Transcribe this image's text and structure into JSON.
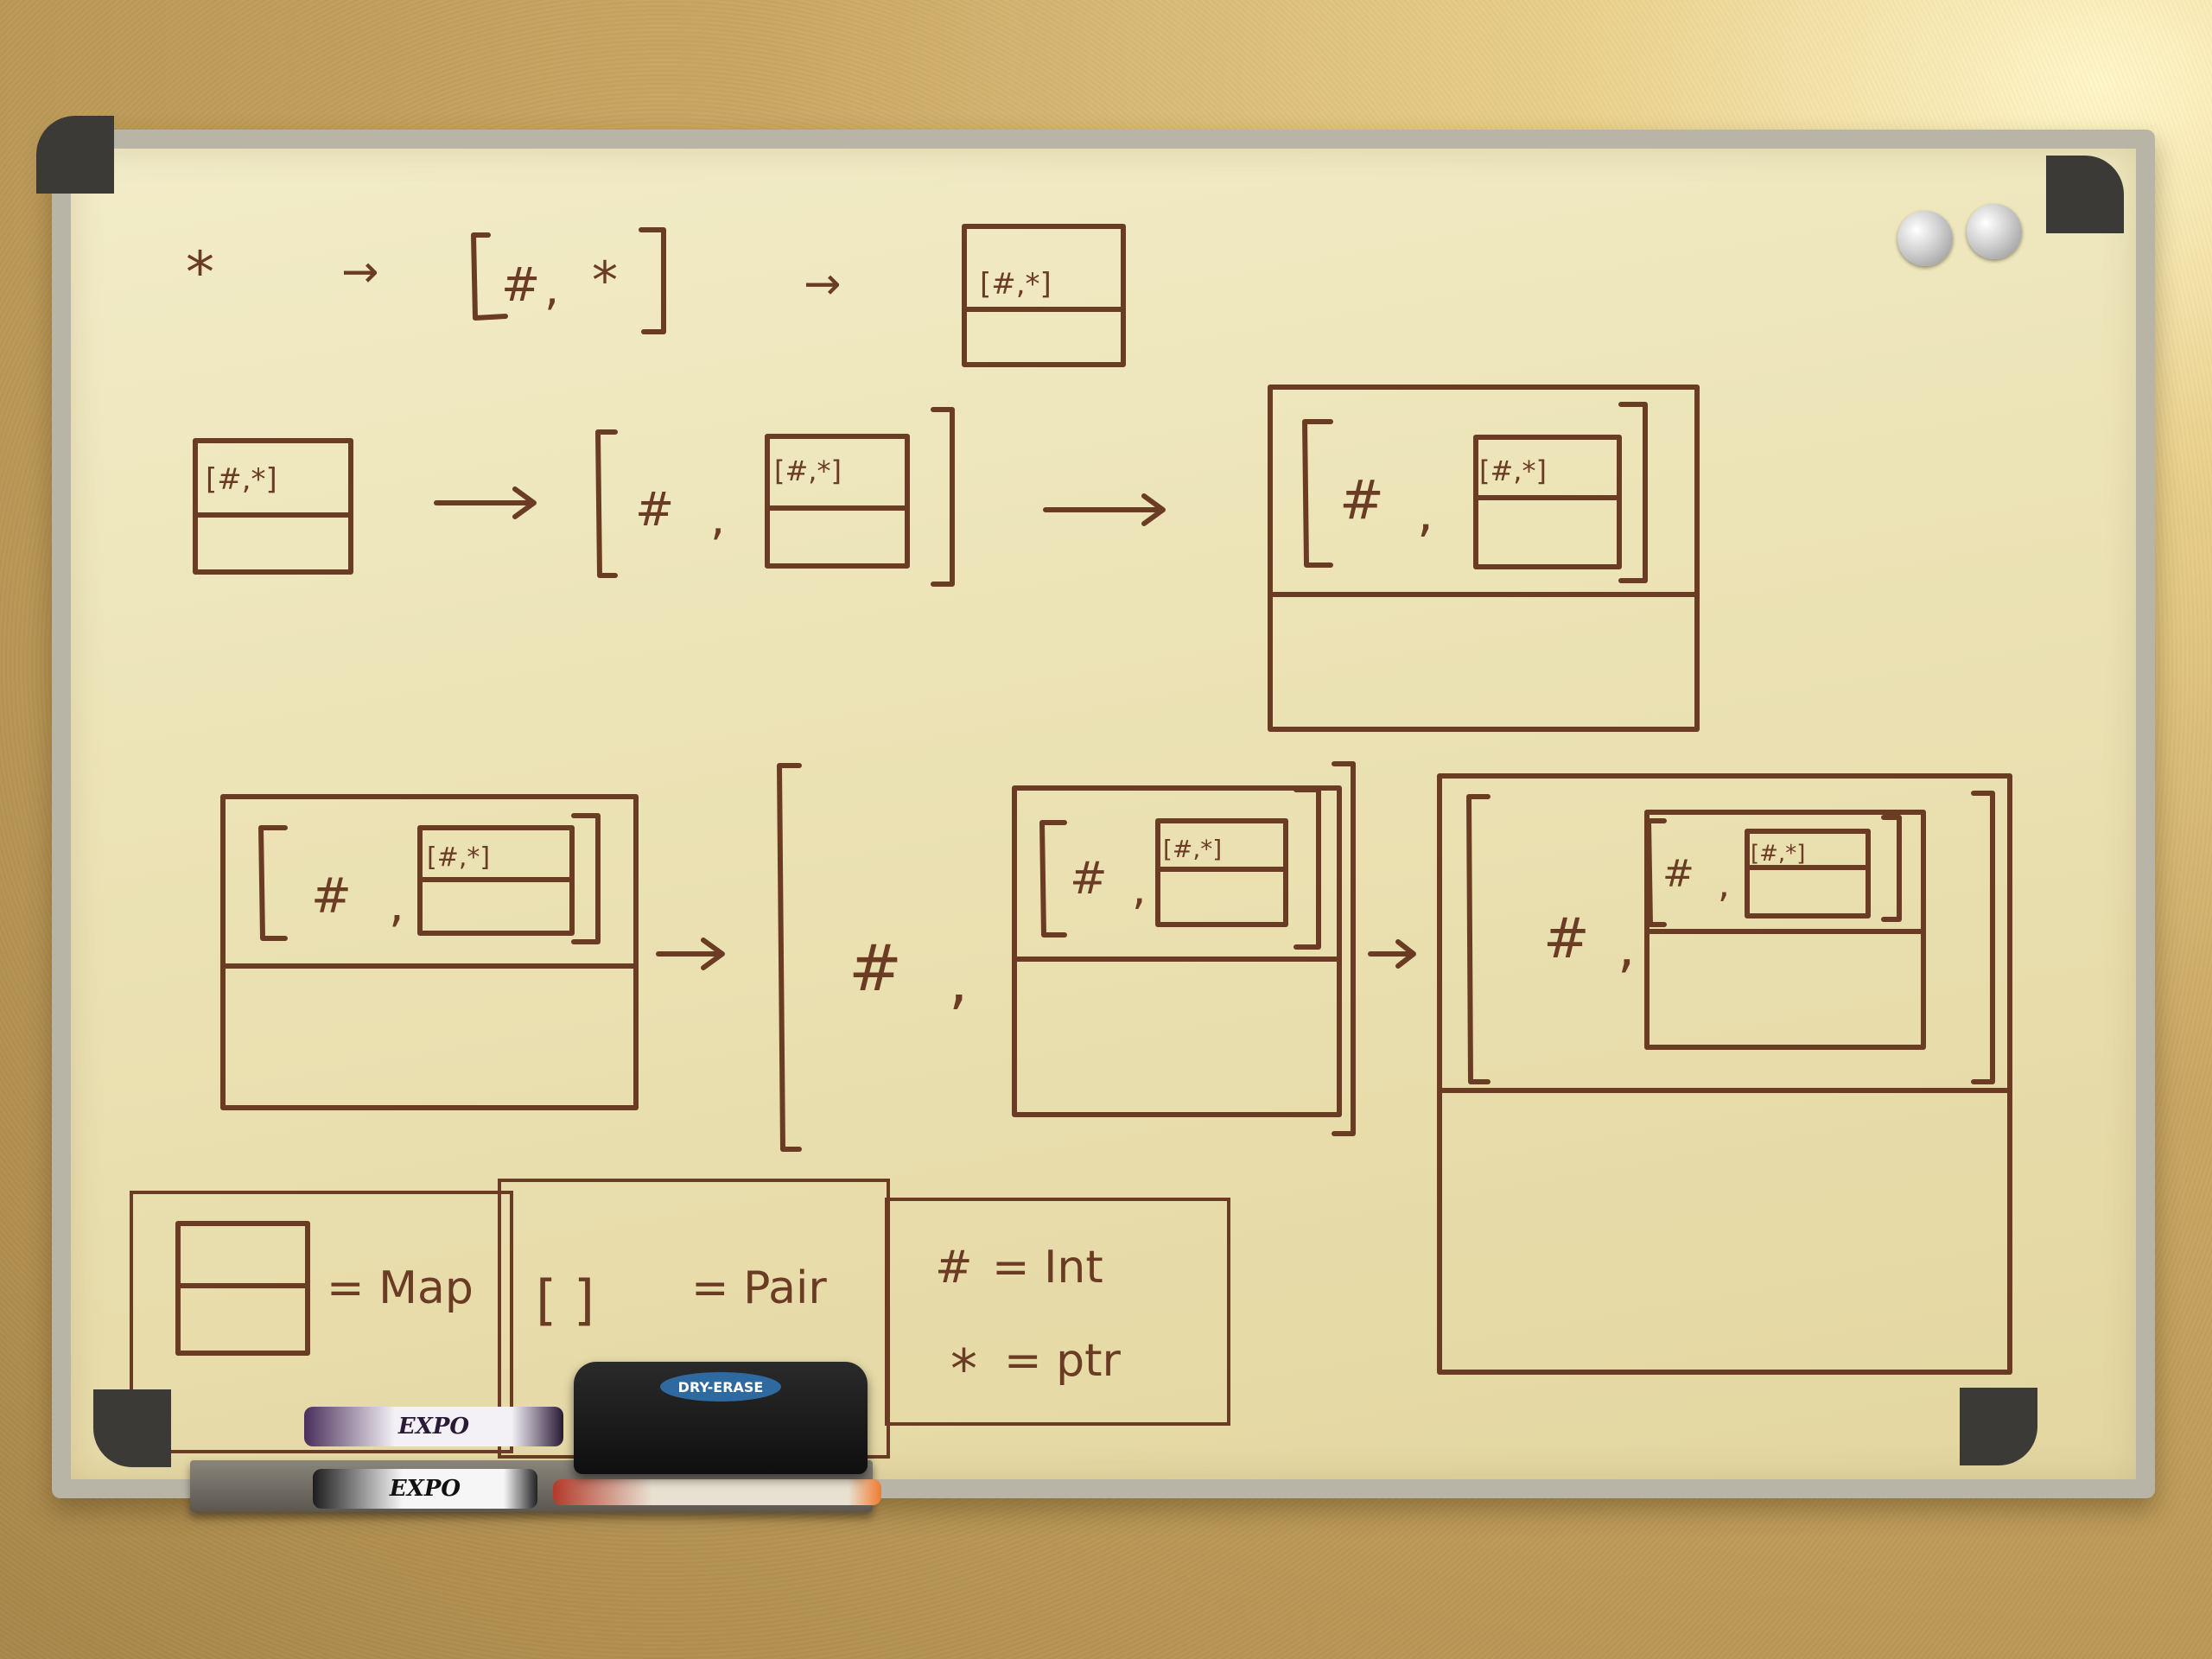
{
  "scene": {
    "board_legend": {
      "map_label": "= Map",
      "pair_label": "= Pair",
      "int_label": "= Int",
      "ptr_label": "= ptr",
      "pair_symbol": "[   ]",
      "int_symbol": "#",
      "ptr_symbol": "*"
    },
    "symbols": {
      "ptr": "*",
      "int": "#",
      "comma": ",",
      "arrow": "→",
      "inner_pair": "[#,*]"
    },
    "marker_labels": {
      "marker_top": "EXPO",
      "marker_bottom": "EXPO",
      "eraser_badge": "DRY-ERASE"
    },
    "colors": {
      "ink": "#6b3c24",
      "board": "#ece3b6",
      "wall": "#c9a662",
      "frame": "#b9b5a6"
    }
  }
}
